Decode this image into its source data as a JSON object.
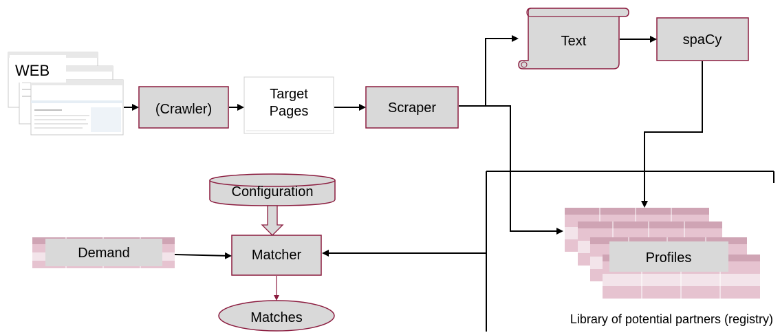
{
  "nodes": {
    "web": "WEB",
    "crawler": "(Crawler)",
    "target_pages": [
      "Target",
      "Pages"
    ],
    "scraper": "Scraper",
    "text": "Text",
    "spacy": "spaCy",
    "configuration": "Configuration",
    "demand": "Demand",
    "matcher": "Matcher",
    "matches": "Matches",
    "profiles": "Profiles"
  },
  "library_label": "Library of potential partners (registry)",
  "colors": {
    "box_fill": "#d9d9d9",
    "box_stroke": "#8b1c3f",
    "table_header": "#cfa4b4",
    "table_row_a": "#e6c3d0",
    "table_row_b": "#f3e4ea",
    "arrow": "#000000",
    "matches_arrow": "#8b1c3f"
  }
}
